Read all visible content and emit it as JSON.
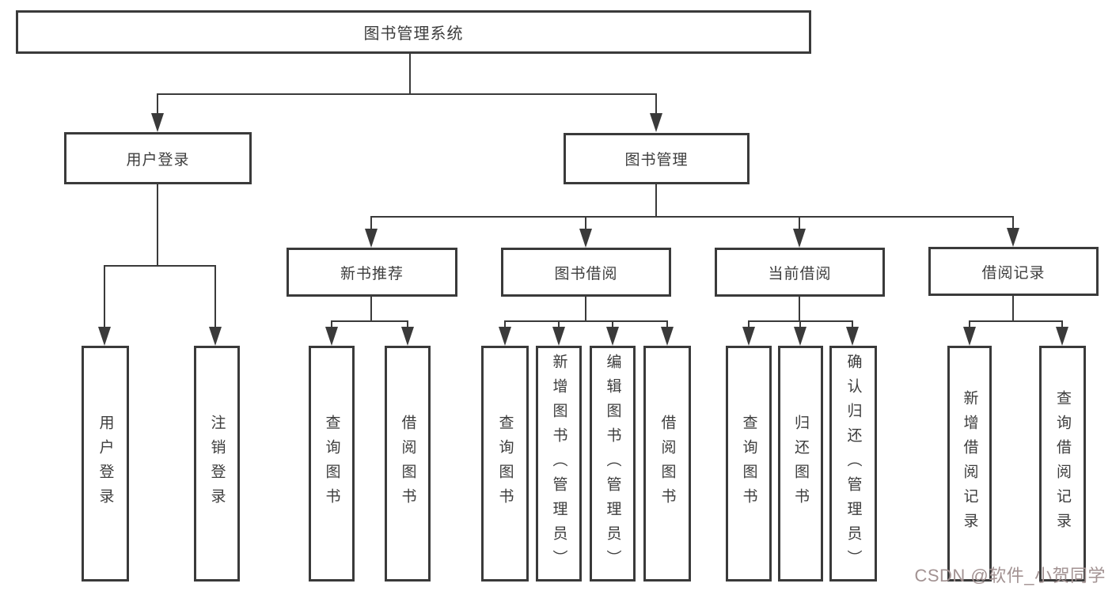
{
  "diagram": {
    "type": "tree",
    "colors": {
      "line": "#3a3a3a",
      "box_border": "#3a3a3a",
      "text": "#3d3d3d",
      "background": "#ffffff",
      "watermark": "#a29292"
    },
    "nodes": {
      "root": "图书管理系统",
      "user_login": "用户登录",
      "book_mgmt": "图书管理",
      "new_book_rec": "新书推荐",
      "book_borrow": "图书借阅",
      "current_borrow": "当前借阅",
      "borrow_record": "借阅记录",
      "leaf_user_login": "用户登录",
      "leaf_logout": "注销登录",
      "nb_query_book": "查询图书",
      "nb_borrow_book": "借阅图书",
      "bb_query_book": "查询图书",
      "bb_add_book": "新增图书（管理员）",
      "bb_edit_book": "编辑图书（管理员）",
      "bb_borrow_book": "借阅图书",
      "cb_query_book": "查询图书",
      "cb_return_book": "归还图书",
      "cb_confirm_return": "确认归还（管理员）",
      "br_add_record": "新增借阅记录",
      "br_query_record": "查询借阅记录"
    },
    "edges": [
      "root->user_login",
      "root->book_mgmt",
      "user_login->leaf_user_login",
      "user_login->leaf_logout",
      "book_mgmt->new_book_rec",
      "book_mgmt->book_borrow",
      "book_mgmt->current_borrow",
      "book_mgmt->borrow_record",
      "new_book_rec->nb_query_book",
      "new_book_rec->nb_borrow_book",
      "book_borrow->bb_query_book",
      "book_borrow->bb_add_book",
      "book_borrow->bb_edit_book",
      "book_borrow->bb_borrow_book",
      "current_borrow->cb_query_book",
      "current_borrow->cb_return_book",
      "current_borrow->cb_confirm_return",
      "borrow_record->br_add_record",
      "borrow_record->br_query_record"
    ],
    "watermark": "CSDN @软件_小贺同学"
  }
}
